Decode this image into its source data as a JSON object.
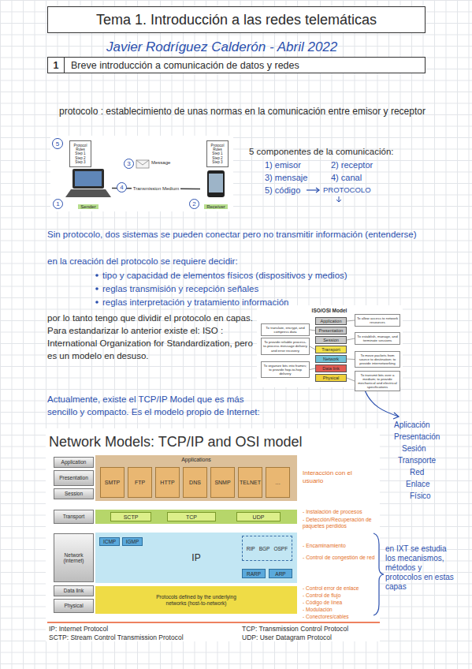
{
  "diagram": {
    "nodes": [
      {
        "text": [
          "Tema 1. Introducción a las redes telemáticas"
        ]
      },
      {
        "text": [
          "1",
          "Breve introducción a comunicación de datos y redes"
        ]
      },
      {
        "text": [
          "5"
        ]
      },
      {
        "text": [
          "Protocol",
          "Rules",
          "Step 1",
          "Step 2",
          "Step 3"
        ]
      },
      {
        "text": [
          "Protocol",
          "Rules",
          "Step 1",
          "Step 2",
          "Step 3"
        ]
      },
      {
        "text": [
          "3"
        ]
      },
      {
        "text": [
          "4"
        ]
      },
      {
        "text": [
          "Sender"
        ]
      },
      {
        "text": [
          "1"
        ]
      },
      {
        "text": [
          "Receiver"
        ]
      },
      {
        "text": [
          "2"
        ]
      },
      {
        "text": [
          "Application"
        ]
      },
      {
        "text": [
          "Presentation"
        ]
      },
      {
        "text": [
          "Session"
        ]
      },
      {
        "text": [
          "Transport"
        ]
      },
      {
        "text": [
          "Network"
        ]
      },
      {
        "text": [
          "Data link"
        ]
      },
      {
        "text": [
          "Physical"
        ]
      },
      {
        "text": [
          "To translate, encrypt, and compress data"
        ]
      },
      {
        "text": [
          "To provide reliable process-to-process message delivery and error recovery"
        ]
      },
      {
        "text": [
          "To organize bits into frames; to provide hop-to-hop delivery"
        ]
      },
      {
        "text": [
          "To allow access to network resources"
        ]
      },
      {
        "text": [
          "To establish, manage, and terminate sessions"
        ]
      },
      {
        "text": [
          "To move packets from source to destination; to provide internetworking"
        ]
      },
      {
        "text": [
          "To transmit bits over a medium; to provide mechanical and electrical specifications"
        ]
      },
      {
        "text": [
          "Application"
        ]
      },
      {
        "text": [
          "Presentation"
        ]
      },
      {
        "text": [
          "Session"
        ]
      },
      {
        "text": [
          "Transport"
        ]
      },
      {
        "text": [
          "Network (internet)"
        ]
      },
      {
        "text": [
          "Data link"
        ]
      },
      {
        "text": [
          "Physical"
        ]
      },
      {
        "text": [
          "Applications"
        ]
      },
      {
        "text": [
          "SMTP"
        ],
        "in": 32
      },
      {
        "text": [
          "FTP"
        ],
        "in": 32
      },
      {
        "text": [
          "HTTP"
        ],
        "in": 32
      },
      {
        "text": [
          "DNS"
        ],
        "in": 32
      },
      {
        "text": [
          "SNMP"
        ],
        "in": 32
      },
      {
        "text": [
          "TELNET"
        ],
        "in": 32
      },
      {
        "text": [
          "…"
        ],
        "in": 32
      },
      {
        "text": [
          "SCTP"
        ]
      },
      {
        "text": [
          "TCP"
        ]
      },
      {
        "text": [
          "UDP"
        ]
      },
      {
        "text": [
          "IP"
        ]
      },
      {
        "text": [
          "ICMP"
        ],
        "in": 43
      },
      {
        "text": [
          "IGMP"
        ],
        "in": 43
      },
      {
        "text": [
          "RIP",
          "BGP",
          "OSPF"
        ],
        "in": 43
      },
      {
        "text": [
          "RARP"
        ],
        "in": 43
      },
      {
        "text": [
          "ARP"
        ],
        "in": 43
      },
      {
        "text": [
          "Protocols defined by the underlying networks (host-to-network)"
        ]
      }
    ],
    "edges": [
      {
        "from": 7,
        "to": 9,
        "label": "Transmission Medium",
        "arrow": "none"
      },
      {
        "from": 18,
        "to": 12,
        "arrow": "none"
      },
      {
        "from": 19,
        "to": 14,
        "arrow": "none"
      },
      {
        "from": 20,
        "to": 16,
        "arrow": "none"
      },
      {
        "from": 21,
        "to": 11,
        "arrow": "none"
      },
      {
        "from": 22,
        "to": 13,
        "arrow": "none"
      },
      {
        "from": 23,
        "to": 15,
        "arrow": "none"
      },
      {
        "from": 24,
        "to": 17,
        "arrow": "none"
      }
    ],
    "labels": [
      "Javier Rodríguez Calderón - Abril 2022",
      "protocolo : establecimiento de unas normas en la comunicación entre emisor y receptor",
      "Message",
      "5 componentes de la comunicación:",
      "1) emisor",
      "2) receptor",
      "3) mensaje",
      "4) canal",
      "5) código",
      "PROTOCOLO",
      "Sin protocolo, dos sistemas se pueden conectar pero no transmitir información (entenderse)",
      "en la creación del protocolo se requiere decidir:",
      "tipo y capacidad de elementos físicos (dispositivos y medios)",
      "reglas transmisión y recepción señales",
      "reglas interpretación y tratamiento información",
      "por lo tanto tengo que dividir el protocolo en capas. Para estandarizar lo anterior existe el: ISO : International Organization for Standardization, pero es un modelo en desuso.",
      "ISO/OSI Model",
      "Actualmente, existe el TCP/IP Model que es más sencillo y compacto. Es el modelo propio de Internet:",
      "Aplicación",
      "Presentación",
      "Sesión",
      "Transporte",
      "Red",
      "Enlace",
      "Físico",
      "Network Models: TCP/IP and OSI model",
      "Interacción con el usuario",
      "- Instalación de procesos",
      "- Detección/Recuperación de paquetes perdidos",
      "- Encaminamiento",
      "- Control de congestión de red",
      "- Control error de enlace",
      "- Control de flujo",
      "- Código de línea",
      "- Modulación",
      "- Conectores/cables",
      "en IXT se estudia los mecanismos, métodos y protocolos en estas capas",
      "IP: Internet Protocol",
      "TCP: Transmission Control Protocol",
      "SCTP: Stream Control Transmission Protocol",
      "UDP: User Datagram Protocol"
    ]
  }
}
